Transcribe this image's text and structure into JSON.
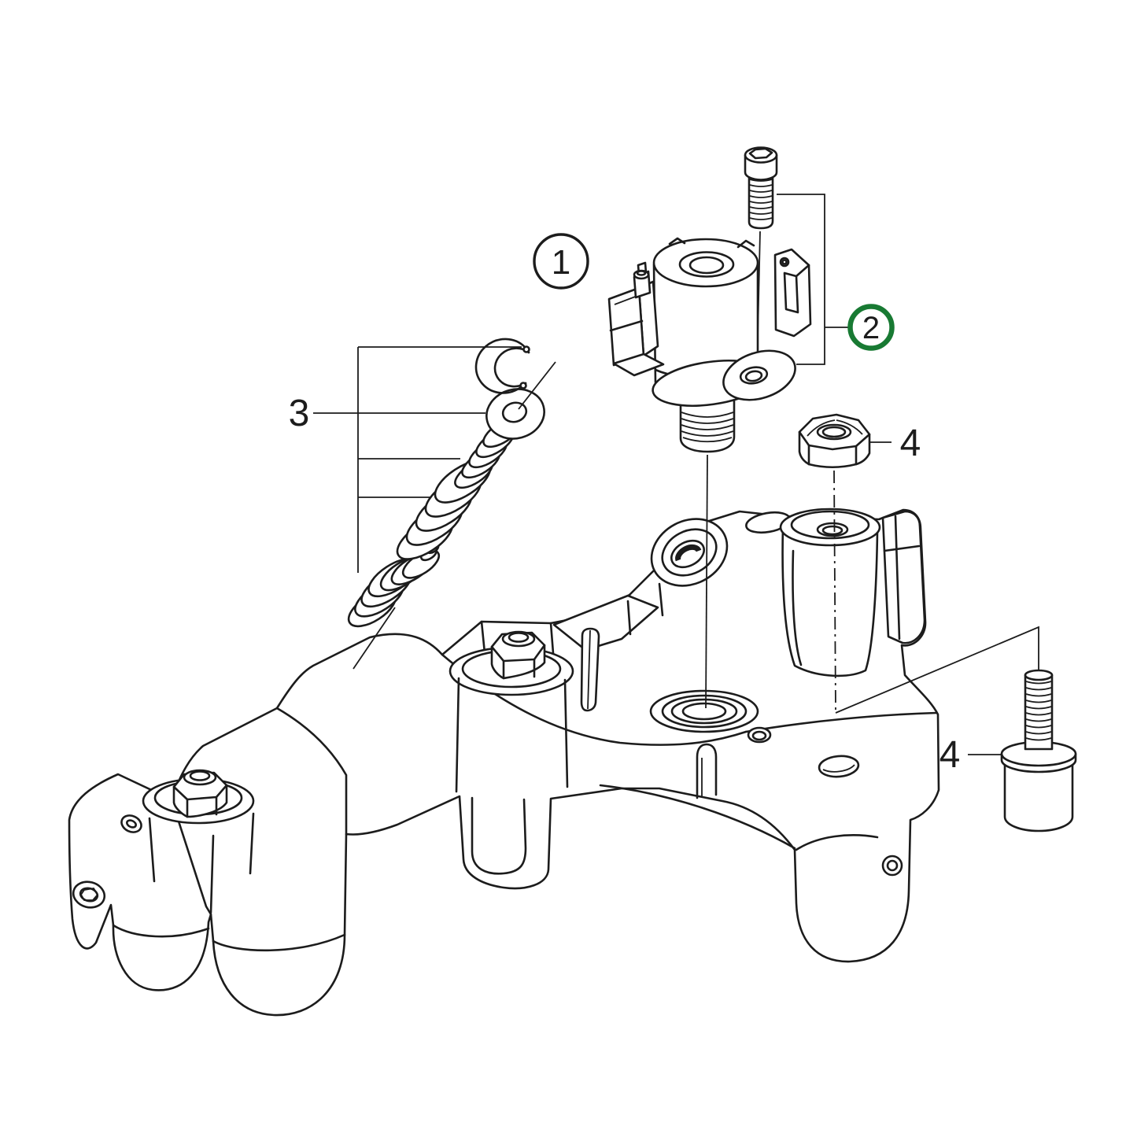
{
  "diagram": {
    "callouts": {
      "item_1": {
        "label": "1"
      },
      "item_2": {
        "label": "2"
      },
      "item_3": {
        "label": "3"
      },
      "item_4a": {
        "label": "4"
      },
      "item_4b": {
        "label": "4"
      }
    },
    "colors": {
      "line": "#1c1c1c",
      "highlight_ring": "#187a33",
      "background": "#ffffff"
    }
  }
}
